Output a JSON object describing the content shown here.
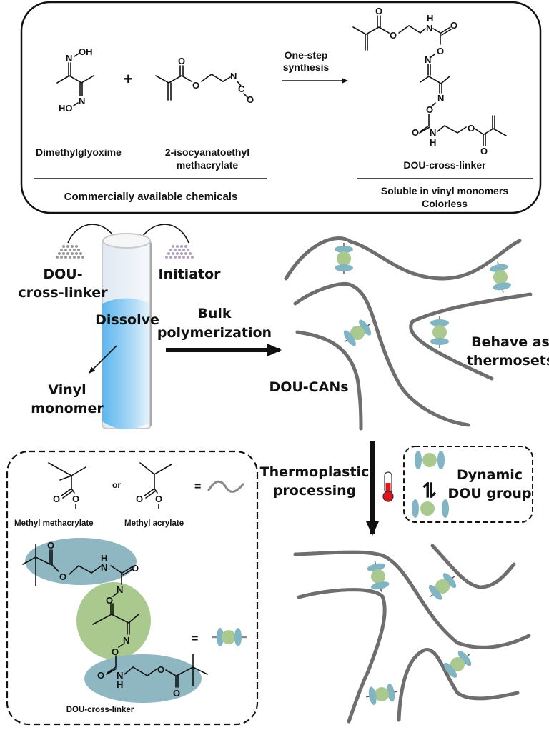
{
  "synthesis_panel": {
    "reactant1": {
      "name": "Dimethylglyoxime",
      "atoms": [
        "N",
        "OH",
        "HO",
        "N"
      ]
    },
    "plus": "+",
    "reactant2": {
      "name_line1": "2-isocyanatoethyl",
      "name_line2": "methacrylate",
      "atoms": [
        "O",
        "O",
        "N",
        "C",
        "O"
      ]
    },
    "arrow_label_line1": "One-step",
    "arrow_label_line2": "synthesis",
    "product": {
      "name": "DOU-cross-linker",
      "atoms": [
        "O",
        "O",
        "H",
        "N",
        "O",
        "O",
        "N",
        "N",
        "O",
        "O",
        "N",
        "H",
        "O",
        "O"
      ]
    },
    "footer_left": "Commercially available chemicals",
    "footer_right_line1": "Soluble in vinyl monomers",
    "footer_right_line2": "Colorless"
  },
  "process": {
    "crosslinker_label_line1": "DOU-",
    "crosslinker_label_line2": "cross-linker",
    "initiator_label": "Initiator",
    "dissolve_label": "Dissolve",
    "monomer_label_line1": "Vinyl",
    "monomer_label_line2": "monomer",
    "step1_line1": "Bulk",
    "step1_line2": "polymerization",
    "network_label": "DOU-CANs",
    "behaviour_line1": "Behave as",
    "behaviour_line2": "thermosets",
    "step2_line1": "Thermoplastic",
    "step2_line2": "processing",
    "dynamic_line1": "Dynamic",
    "dynamic_line2": "DOU group",
    "equilibrium_symbol": "⇌"
  },
  "legend_panel": {
    "monomer1": "Methyl methacrylate",
    "or": "or",
    "monomer2": "Methyl acrylate",
    "equals": "=",
    "crosslinker": "DOU-cross-linker",
    "atoms": [
      "O",
      "O",
      "O",
      "O",
      "O",
      "O",
      "H",
      "N",
      "O",
      "N",
      "O",
      "N",
      "O",
      "N",
      "H",
      "O",
      "O",
      "O"
    ]
  },
  "colors": {
    "chain": "#6e6e6e",
    "dou_core": "#a9c98f",
    "dou_cap": "#82b5c4",
    "tube_liquid": "#6fbfee",
    "thermometer": "#e0141c",
    "powder_crosslinker": "#9a9a9a",
    "powder_initiator": "#b3a2c2"
  }
}
